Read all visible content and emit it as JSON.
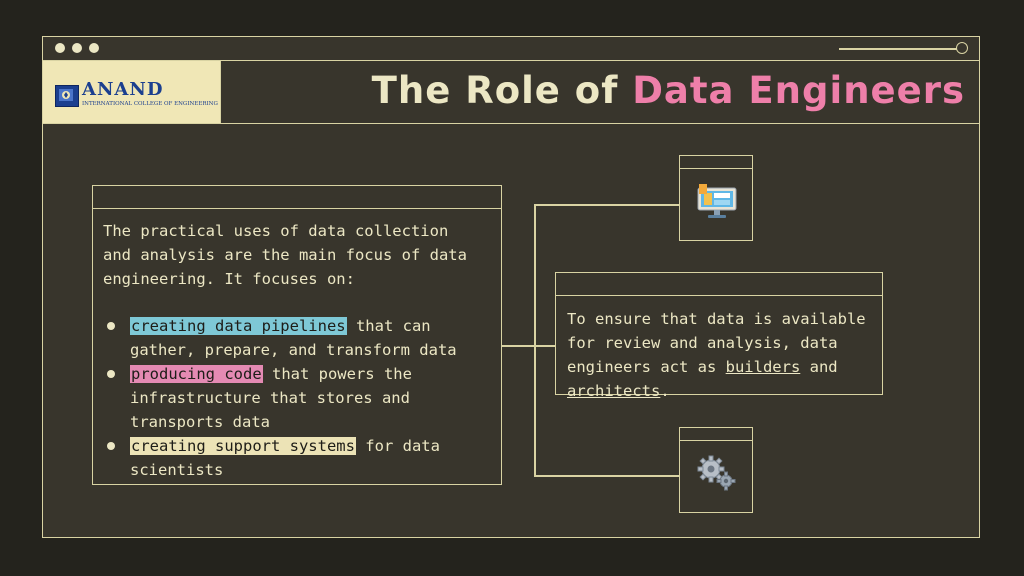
{
  "logo": {
    "name": "ANAND",
    "subtitle": "INTERNATIONAL COLLEGE OF ENGINEERING"
  },
  "title": {
    "part1": "The Role of ",
    "part2": "Data Engineers"
  },
  "left_card": {
    "intro": "The practical uses of data collection and analysis are the main focus of data engineering. It focuses on:",
    "bullets": [
      {
        "highlight": "creating data pipelines",
        "rest": " that can gather, prepare, and transform data"
      },
      {
        "highlight": "producing code",
        "rest": " that powers the infrastructure that stores and transports data"
      },
      {
        "highlight": "creating support systems",
        "rest": " for data scientists"
      }
    ]
  },
  "right_card": {
    "text_before": "To ensure that data is available for review and analysis, data engineers act as ",
    "link1": "builders",
    "text_mid": " and ",
    "link2": "architects",
    "text_after": "."
  },
  "icons": {
    "top": "computer-icon",
    "bottom": "gears-icon"
  },
  "colors": {
    "background": "#24231d",
    "panel": "#38352c",
    "border": "#d9d3a3",
    "text": "#ece7c4",
    "accent_pink": "#ee7fa9",
    "highlight_blue": "#7ec8d6",
    "highlight_pink": "#e48ab3",
    "highlight_cream": "#ece3b6"
  }
}
